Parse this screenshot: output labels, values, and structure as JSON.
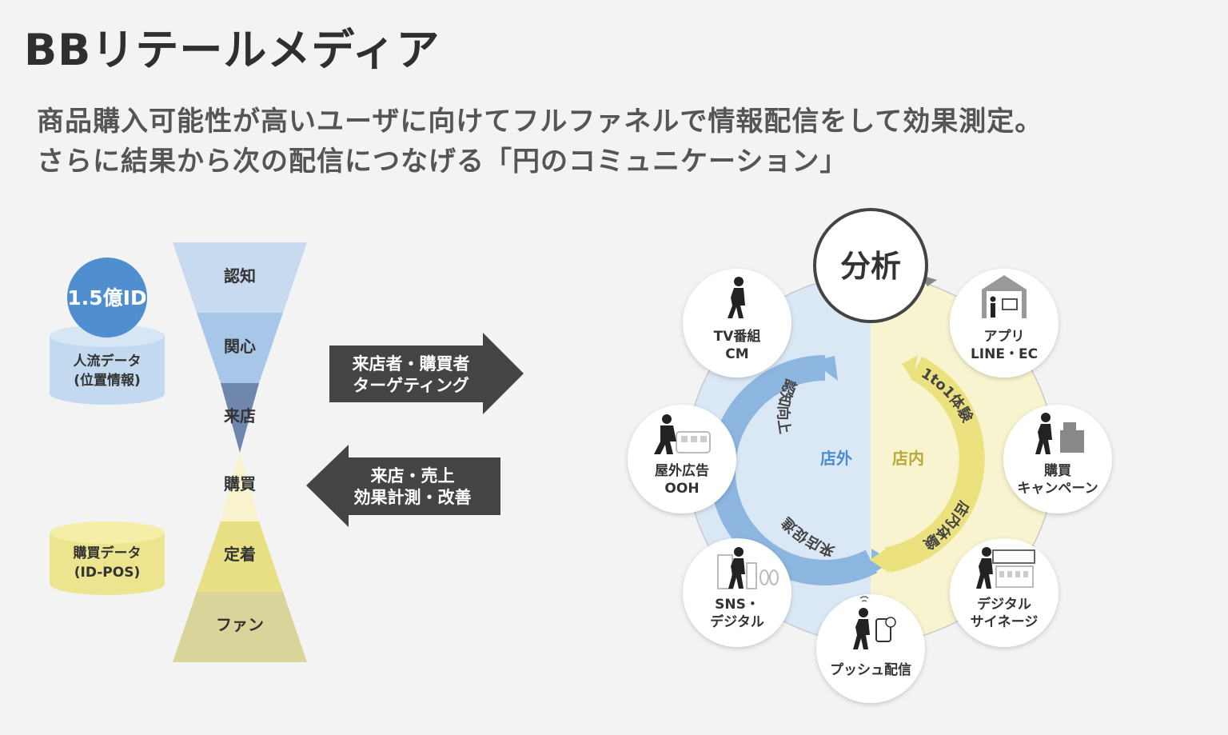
{
  "title": "BBリテールメディア",
  "subtitle": {
    "line1": "商品購入可能性が高いユーザに向けてフルファネルで情報配信をして効果測定。",
    "line2": "さらに結果から次の配信につなげる「円のコミュニケーション」"
  },
  "left": {
    "id_badge": "1.5億ID",
    "db_flow": [
      "人流データ",
      "(位置情報)"
    ],
    "db_pos": [
      "購買データ",
      "(ID-POS)"
    ]
  },
  "funnel": {
    "stages": [
      "認知",
      "関心",
      "来店",
      "購買",
      "定着",
      "ファン"
    ],
    "colors": [
      "#c8daf0",
      "#a7c6e8",
      "#6f86ad",
      "#f8f3cc",
      "#e9df85",
      "#d9d49a"
    ]
  },
  "arrows": {
    "right": [
      "来店者・購買者",
      "ターゲティング"
    ],
    "left": [
      "来店・売上",
      "効果計測・改善"
    ]
  },
  "cycle": {
    "center": "分析",
    "half_left": "店外",
    "half_right": "店内",
    "arc_labels": [
      "認知向上",
      "来店促進",
      "1to1体験",
      "店内体験"
    ],
    "nodes": [
      {
        "name": "tv",
        "label": [
          "TV番組",
          "CM"
        ],
        "icon": "person-walking-icon"
      },
      {
        "name": "outdoor",
        "label": [
          "屋外広告",
          "OOH"
        ],
        "icon": "person-train-icon"
      },
      {
        "name": "sns",
        "label": [
          "SNS・",
          "デジタル"
        ],
        "icon": "person-city-icon"
      },
      {
        "name": "push",
        "label": [
          "プッシュ配信"
        ],
        "icon": "person-phone-icon"
      },
      {
        "name": "signage",
        "label": [
          "デジタル",
          "サイネージ"
        ],
        "icon": "person-signage-icon"
      },
      {
        "name": "campaign",
        "label": [
          "購買",
          "キャンペーン"
        ],
        "icon": "person-register-icon"
      },
      {
        "name": "app",
        "label": [
          "アプリ",
          "LINE・EC"
        ],
        "icon": "store-app-icon"
      }
    ]
  }
}
